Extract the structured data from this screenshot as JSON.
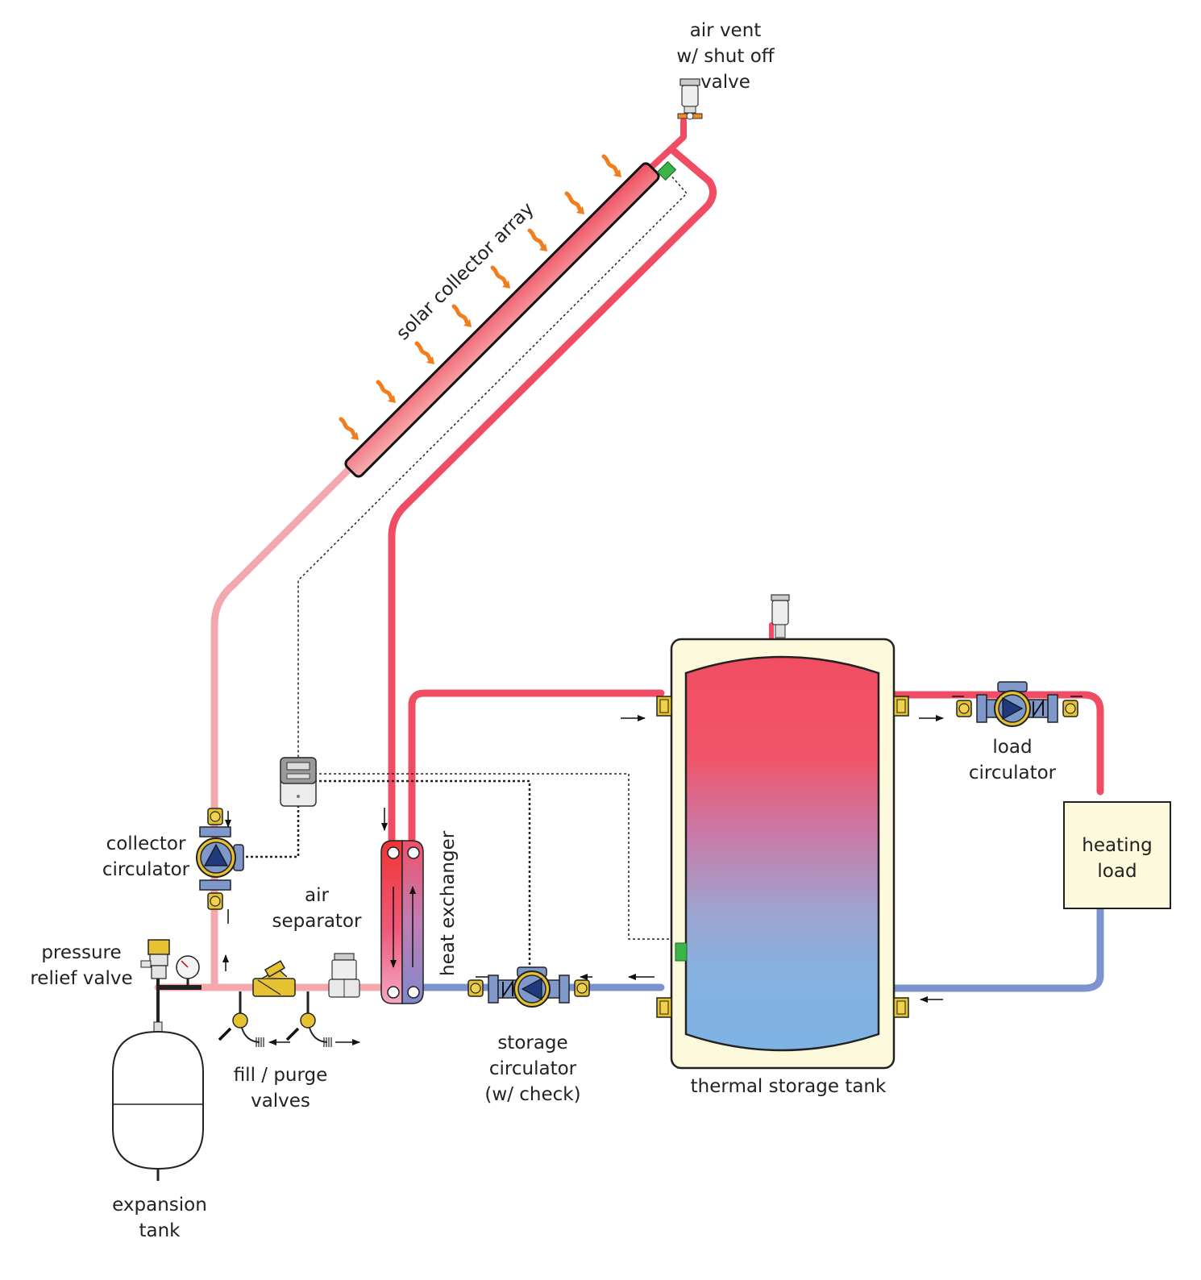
{
  "labels": {
    "air_vent": [
      "air vent",
      "w/ shut off",
      "valve"
    ],
    "solar_collector": "solar collector array",
    "collector_circulator": [
      "collector",
      "circulator"
    ],
    "air_separator": [
      "air",
      "separator"
    ],
    "heat_exchanger": "heat exchanger",
    "pressure_relief_valve": [
      "pressure",
      "relief valve"
    ],
    "fill_purge_valves": [
      "fill / purge",
      "valves"
    ],
    "expansion_tank": [
      "expansion",
      "tank"
    ],
    "storage_circulator": [
      "storage",
      "circulator",
      "(w/ check)"
    ],
    "thermal_storage_tank": "thermal storage tank",
    "load_circulator": [
      "load",
      "circulator"
    ],
    "heating_load": [
      "heating",
      "load"
    ]
  },
  "colors": {
    "hot_pipe": "#f04d64",
    "warm_pipe": "#f4a8ae",
    "cold_pipe": "#7b93cf",
    "brass": "#e6c232",
    "pump_blue": "#7e98cc",
    "tank_shell": "#fdf9dc",
    "sensor": "#3cb44a",
    "sun_arrow": "#f07d1e"
  }
}
